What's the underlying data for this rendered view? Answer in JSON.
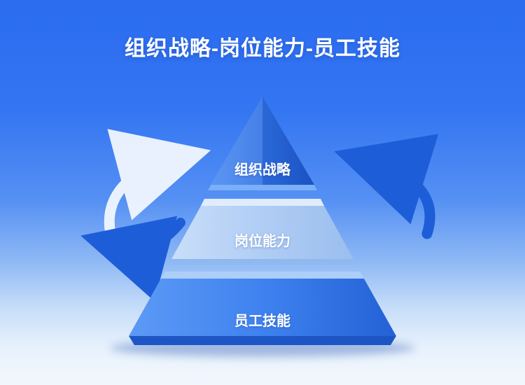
{
  "title": "组织战略-岗位能力-员工技能",
  "pyramid": {
    "levels": [
      {
        "label": "组织战略"
      },
      {
        "label": "岗位能力"
      },
      {
        "label": "员工技能"
      }
    ]
  },
  "icons": {
    "left_light_arrow": "curved-arrow-up-right",
    "left_blue_arrow": "curved-arrow-down-left",
    "right_blue_arrow": "curved-arrow-up-left"
  },
  "colors": {
    "background_top": "#2b6cf0",
    "background_bottom": "#f2f7fd",
    "title_text": "#ffffff",
    "level_top": "#2e6fe3",
    "level_middle": "#b0cdf4",
    "level_bottom": "#3f82ef",
    "arrow_light": "#f2f7ff",
    "arrow_blue": "#1d5ed8"
  }
}
